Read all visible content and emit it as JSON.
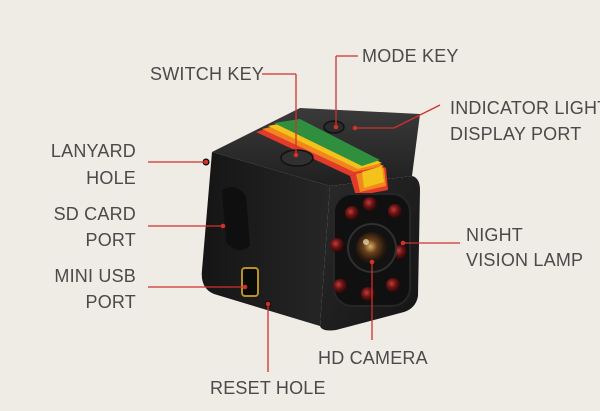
{
  "labels": {
    "switch_key": "SWITCH KEY",
    "mode_key": "MODE KEY",
    "indicator_line1": "INDICATOR LIGHT",
    "indicator_line2": "DISPLAY PORT",
    "lanyard_line1": "LANYARD",
    "lanyard_line2": "HOLE",
    "sd_line1": "SD CARD",
    "sd_line2": "PORT",
    "usb_line1": "MINI USB",
    "usb_line2": "PORT",
    "night_line1": "NIGHT",
    "night_line2": "VISION LAMP",
    "hd_camera": "HD CAMERA",
    "reset_hole": "RESET HOLE"
  },
  "colors": {
    "background": "#efebe5",
    "label_text": "#4a4a4a",
    "leader_line": "#d0312d",
    "body": "#1c1c1c",
    "stripe": [
      "#e23a2b",
      "#f08a1c",
      "#f3c21b",
      "#2f8f3f"
    ]
  }
}
